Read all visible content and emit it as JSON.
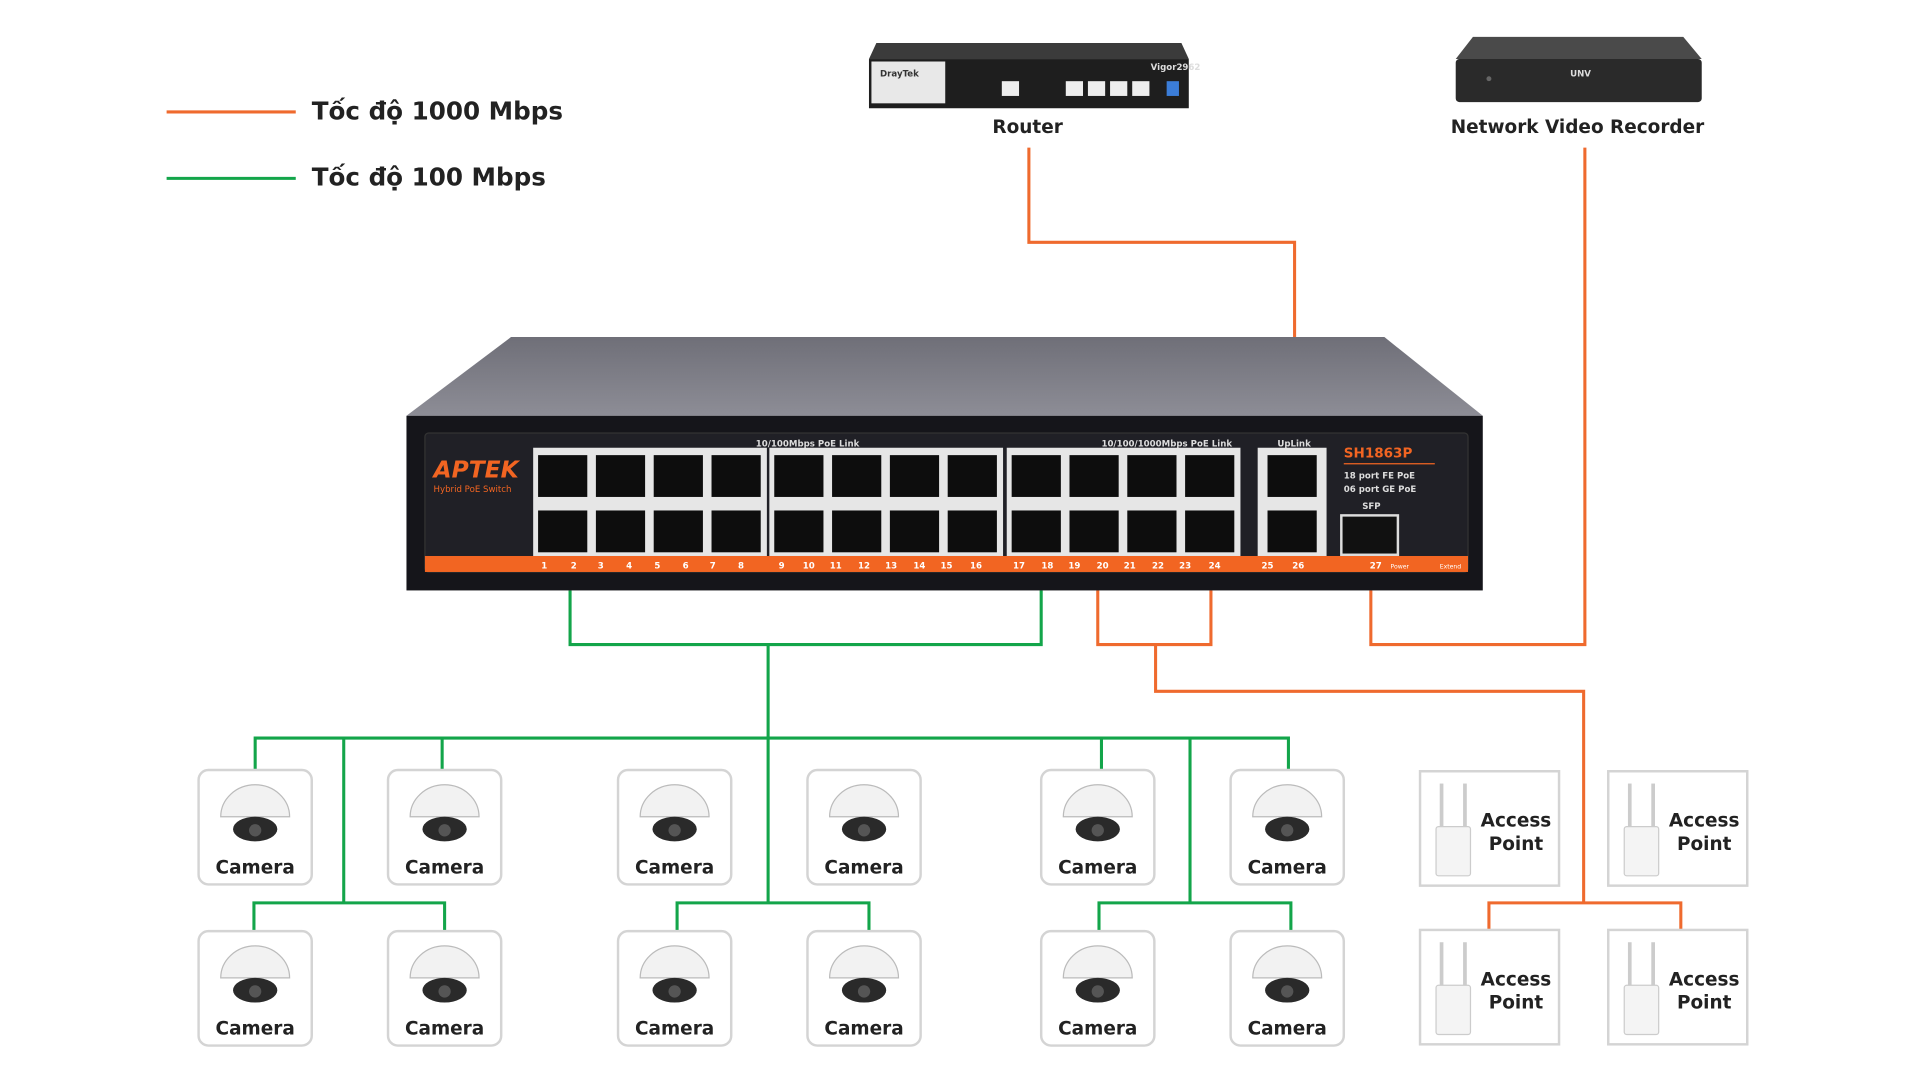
{
  "legend": [
    {
      "label": "Tốc độ 1000 Mbps",
      "color": "#ef6a2e"
    },
    {
      "label": "Tốc độ 100 Mbps",
      "color": "#13a54a"
    }
  ],
  "devices": {
    "router": {
      "label": "Router",
      "brand": "DrayTek",
      "model": "Vigor2962"
    },
    "nvr": {
      "label": "Network Video Recorder",
      "brand": "UNV"
    }
  },
  "switch": {
    "brand": "APTEK",
    "subtitle": "Hybrid PoE Switch",
    "model": "SH1863P",
    "spec1": "18 port FE PoE",
    "spec2": "06 port GE PoE",
    "group1_label": "10/100Mbps PoE Link",
    "group2_label": "10/100/1000Mbps PoE Link",
    "uplink_label": "UpLink",
    "sfp_label": "SFP",
    "port_numbers": [
      "1",
      "2",
      "3",
      "4",
      "5",
      "6",
      "7",
      "8",
      "9",
      "10",
      "11",
      "12",
      "13",
      "14",
      "15",
      "16",
      "17",
      "18",
      "19",
      "20",
      "21",
      "22",
      "23",
      "24",
      "25",
      "26",
      "27"
    ],
    "power_label": "Power",
    "extend_label": "Extend"
  },
  "cameras": {
    "label": "Camera",
    "count": 12
  },
  "access_points": {
    "label_line1": "Access",
    "label_line2": "Point",
    "count": 4
  },
  "colors": {
    "fast": "#ef6a2e",
    "standard": "#13a54a",
    "switch_accent": "#f26522"
  }
}
